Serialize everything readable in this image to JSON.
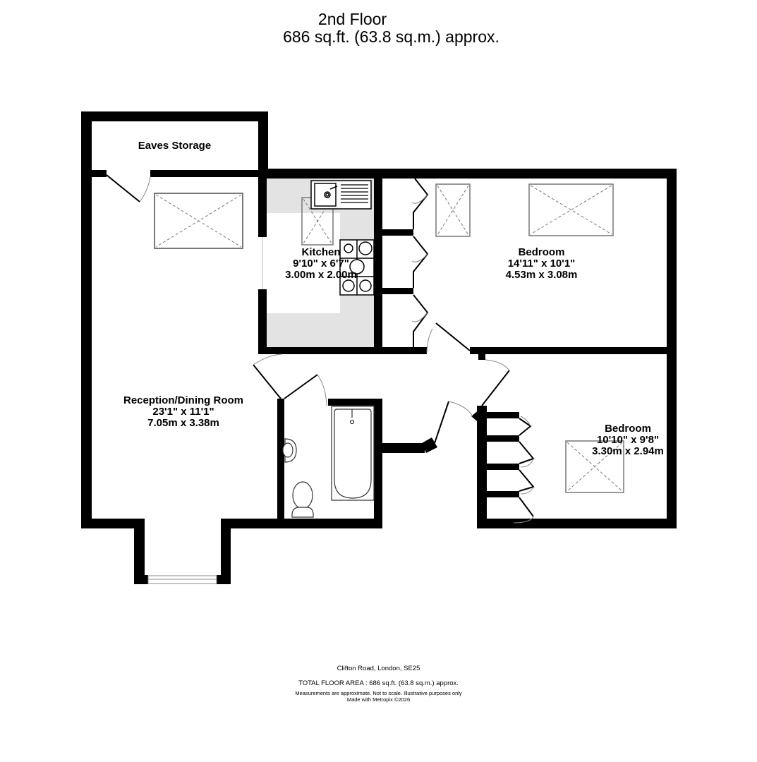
{
  "header": {
    "floor": "2nd Floor",
    "area": "686 sq.ft. (63.8 sq.m.) approx."
  },
  "rooms": {
    "eaves": {
      "name": "Eaves Storage"
    },
    "kitchen": {
      "name": "Kitchen",
      "imperial": "9'10\"  x 6'7\"",
      "metric": "3.00m  x 2.00m"
    },
    "bedroom1": {
      "name": "Bedroom",
      "imperial": "14'11\"  x 10'1\"",
      "metric": "4.53m  x 3.08m"
    },
    "bedroom2": {
      "name": "Bedroom",
      "imperial": "10'10\"  x 9'8\"",
      "metric": "3.30m  x 2.94m"
    },
    "reception": {
      "name": "Reception/Dining Room",
      "imperial": "23'1\"  x 11'1\"",
      "metric": "7.05m  x 3.38m"
    }
  },
  "footer": {
    "address": "Clifton Road, London, SE25",
    "total": "TOTAL FLOOR AREA : 686 sq.ft. (63.8 sq.m.) approx.",
    "disclaimer": "Measurements are approximate.  Not to scale.  Illustrative purposes only",
    "credit": "Made with Metropix ©2026"
  },
  "colors": {
    "wall": "#000000",
    "kitchen_counter": "#e3e3e3",
    "skylight": "#777777",
    "background": "#ffffff"
  }
}
